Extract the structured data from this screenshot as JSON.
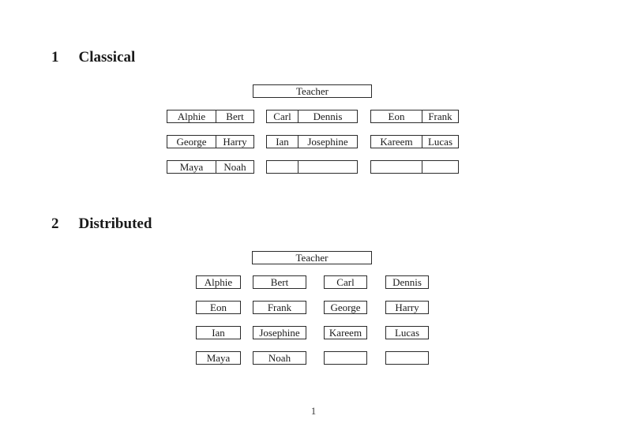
{
  "teacher_label": "Teacher",
  "page": {
    "page_number": "1"
  },
  "sections": [
    {
      "number": "1",
      "title": "Classical"
    },
    {
      "number": "2",
      "title": "Distributed"
    }
  ],
  "classical": {
    "desks": [
      {
        "left": "Alphie",
        "right": "Bert"
      },
      {
        "left": "Carl",
        "right": "Dennis"
      },
      {
        "left": "Eon",
        "right": "Frank"
      },
      {
        "left": "George",
        "right": "Harry"
      },
      {
        "left": "Ian",
        "right": "Josephine"
      },
      {
        "left": "Kareem",
        "right": "Lucas"
      },
      {
        "left": "Maya",
        "right": "Noah"
      },
      {
        "left": "",
        "right": ""
      },
      {
        "left": "",
        "right": ""
      }
    ]
  },
  "distributed": {
    "seats": [
      "Alphie",
      "Bert",
      "Carl",
      "Dennis",
      "Eon",
      "Frank",
      "George",
      "Harry",
      "Ian",
      "Josephine",
      "Kareem",
      "Lucas",
      "Maya",
      "Noah",
      "",
      ""
    ]
  }
}
